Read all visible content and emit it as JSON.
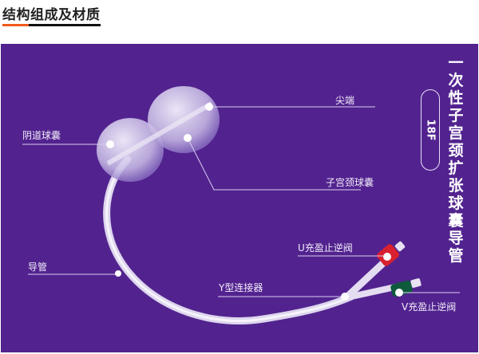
{
  "header": {
    "title": "结构组成及材质"
  },
  "product": {
    "name": "一次性子宫颈扩张球囊导管",
    "size": "18F"
  },
  "labels": {
    "tip": "尖端",
    "vaginal_balloon": "阴道球囊",
    "cervical_balloon": "子宫颈球囊",
    "catheter": "导管",
    "u_valve": "U充盈止逆阀",
    "y_connector": "Y型连接器",
    "v_valve": "V充盈止逆阀"
  },
  "colors": {
    "panel": "#52238f",
    "accent": "#f05a1a",
    "u_valve": "#d8202e",
    "v_valve": "#0f5a3c"
  }
}
